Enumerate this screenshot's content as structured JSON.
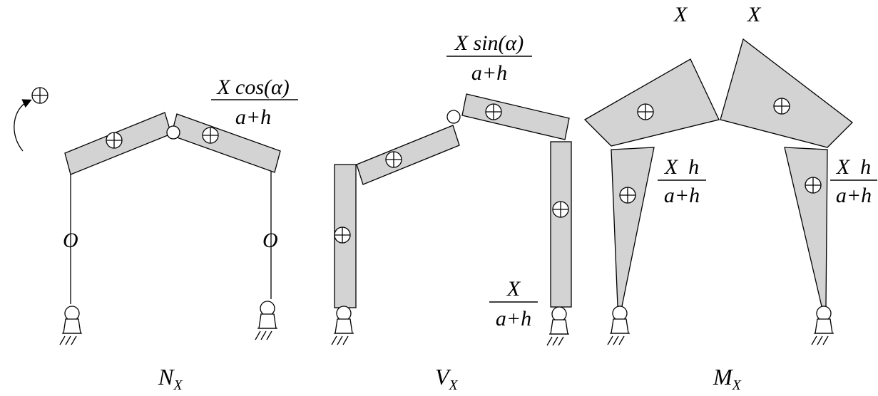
{
  "diagrams": [
    {
      "id": "normal",
      "title_main": "N",
      "title_sub": "X",
      "left_column_value": "O",
      "right_column_value": "O",
      "label_fraction": {
        "num": "X cos(α)",
        "den": "a+h"
      },
      "sign": "⊕"
    },
    {
      "id": "shear",
      "title_main": "V",
      "title_sub": "X",
      "top_fraction": {
        "num": "X sin(α)",
        "den": "a+h"
      },
      "bottom_fraction": {
        "num": "X",
        "den": "a+h"
      },
      "sign": "⊕"
    },
    {
      "id": "moment",
      "title_main": "M",
      "title_sub": "X",
      "top_left_value": "X",
      "top_right_value": "X",
      "left_fraction": {
        "num": "X  h",
        "den": "a+h"
      },
      "right_fraction": {
        "num": "X  h",
        "den": "a+h"
      },
      "sign": "⊕"
    }
  ],
  "sign_convention": {
    "symbol": "⊕"
  }
}
